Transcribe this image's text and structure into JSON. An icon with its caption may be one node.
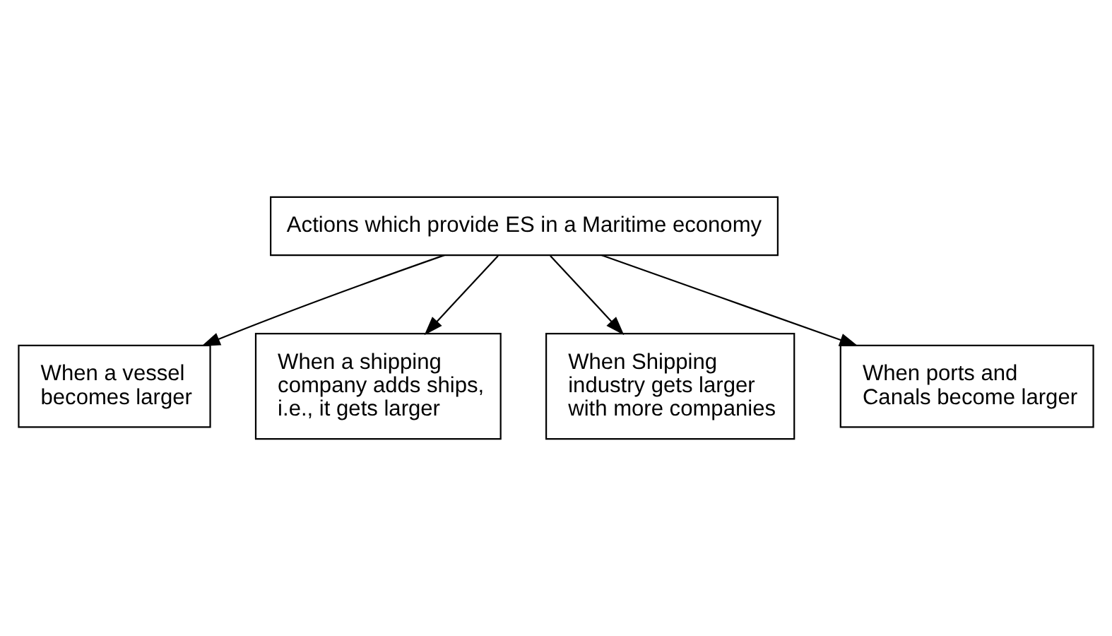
{
  "diagram": {
    "nodes": [
      {
        "text": [
          "Actions which provide ES in a Maritime economy"
        ]
      },
      {
        "text": [
          "When a vessel becomes larger"
        ]
      },
      {
        "text": [
          "When a shipping company adds ships, i.e., it gets larger"
        ]
      },
      {
        "text": [
          "When Shipping industry gets larger with more companies"
        ]
      },
      {
        "text": [
          "When ports and Canals become larger"
        ]
      }
    ],
    "edges": [
      {
        "from": 0,
        "to": 1,
        "arrow": "to"
      },
      {
        "from": 0,
        "to": 2,
        "arrow": "to"
      },
      {
        "from": 0,
        "to": 3,
        "arrow": "to"
      },
      {
        "from": 0,
        "to": 4,
        "arrow": "to"
      }
    ]
  }
}
